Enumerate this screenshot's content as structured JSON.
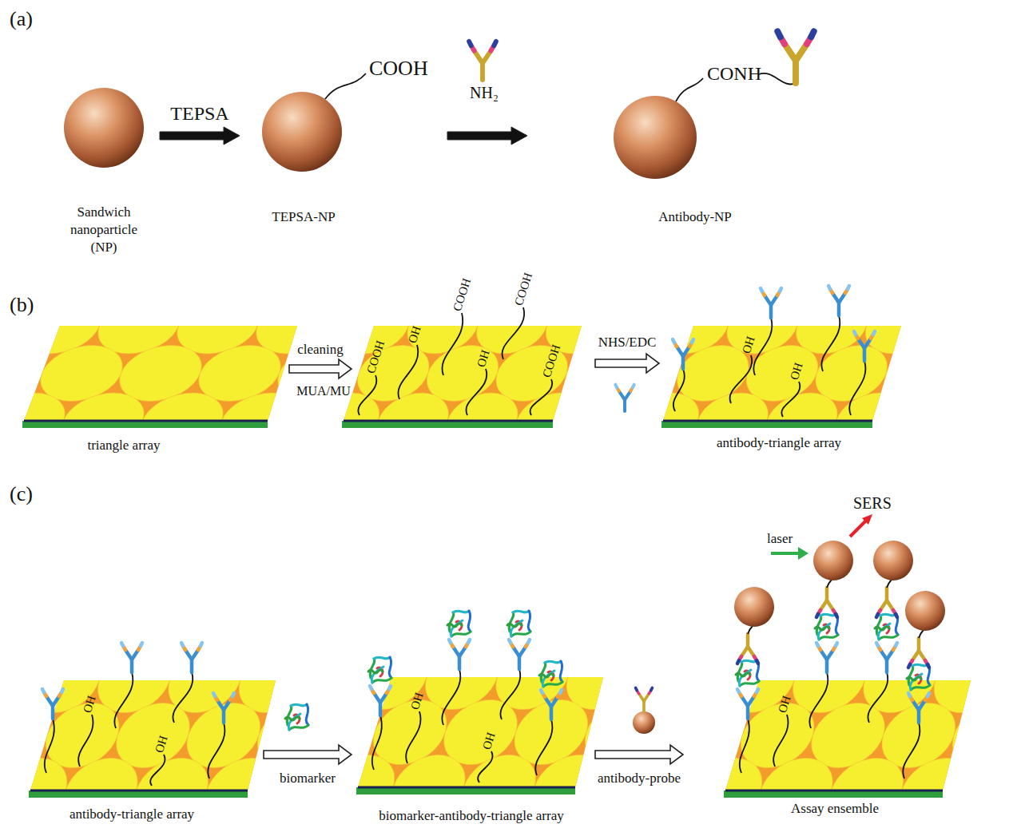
{
  "diagram": {
    "nodes": [
      {
        "text": [
          "Sandwich nanoparticle (NP)"
        ]
      },
      {
        "text": [
          "COOH",
          "TEPSA-NP"
        ]
      },
      {
        "text": [
          "CONH",
          "Antibody-NP"
        ]
      },
      {
        "text": [
          "triangle array"
        ]
      },
      {
        "text": [
          "COOH",
          "OH",
          "COOH",
          "COOH",
          "OH",
          "COOH"
        ]
      },
      {
        "text": [
          "OH",
          "OH",
          "antibody-triangle array"
        ]
      },
      {
        "text": [
          "OH",
          "OH",
          "antibody-triangle array"
        ]
      },
      {
        "text": [
          "OH",
          "OH",
          "biomarker-antibody-triangle array"
        ]
      },
      {
        "text": [
          "OH",
          "Assay ensemble"
        ]
      }
    ],
    "edges": [
      {
        "from": 0,
        "to": 1,
        "label": "TEPSA",
        "arrow": "to"
      },
      {
        "from": 1,
        "to": 2,
        "arrow": "to"
      },
      {
        "from": 3,
        "to": 4,
        "label": "cleaning",
        "arrow": "to"
      },
      {
        "from": 4,
        "to": 5,
        "label": "NHS/EDC",
        "arrow": "to"
      },
      {
        "from": 6,
        "to": 7,
        "label": "biomarker",
        "arrow": "to"
      },
      {
        "from": 7,
        "to": 8,
        "label": "antibody-probe",
        "arrow": "to"
      }
    ],
    "labels": [
      "(a)",
      "(b)",
      "(c)",
      "NH₂",
      "MUA/MU",
      "laser",
      "SERS"
    ]
  }
}
